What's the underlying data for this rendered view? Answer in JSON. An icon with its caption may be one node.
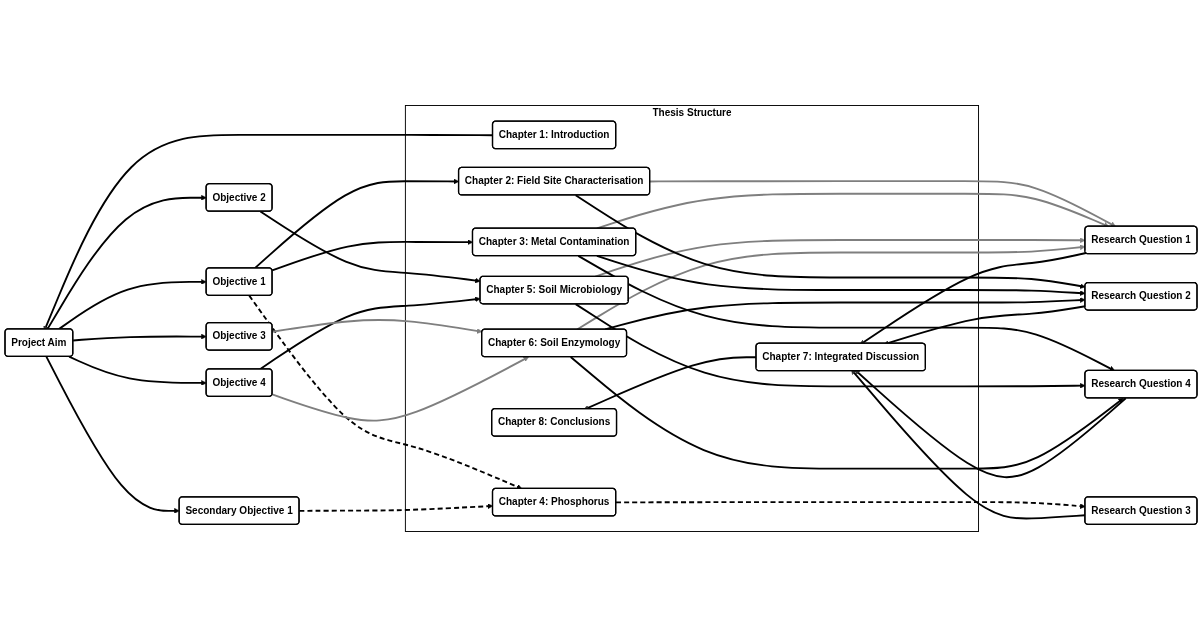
{
  "diagram": {
    "nodes": [
      {
        "text": [
          "Project Aim"
        ]
      },
      {
        "text": [
          "Thesis Structure"
        ]
      },
      {
        "text": [
          "Chapter 1: Introduction"
        ],
        "in": 1
      },
      {
        "text": [
          "Chapter 2: Field Site Characterisation"
        ],
        "in": 1
      },
      {
        "text": [
          "Chapter 3: Metal Contamination"
        ],
        "in": 1
      },
      {
        "text": [
          "Chapter 4: Phosphorus"
        ],
        "in": 1
      },
      {
        "text": [
          "Chapter 5: Soil Microbiology"
        ],
        "in": 1
      },
      {
        "text": [
          "Chapter 6: Soil Enzymology"
        ],
        "in": 1
      },
      {
        "text": [
          "Chapter 7: Integrated Discussion"
        ],
        "in": 1
      },
      {
        "text": [
          "Chapter 8: Conclusions"
        ],
        "in": 1
      },
      {
        "text": [
          "Objective 1"
        ]
      },
      {
        "text": [
          "Secondary Objective 1"
        ]
      },
      {
        "text": [
          "Objective 2"
        ]
      },
      {
        "text": [
          "Objective 3"
        ]
      },
      {
        "text": [
          "Objective 4"
        ]
      },
      {
        "text": [
          "Research Question 1"
        ]
      },
      {
        "text": [
          "Research Question 2"
        ]
      },
      {
        "text": [
          "Research Question 3"
        ]
      },
      {
        "text": [
          "Research Question 4"
        ]
      }
    ],
    "edges": [
      {
        "from": 2,
        "to": 0,
        "arrow": "to"
      },
      {
        "from": 0,
        "to": 10,
        "arrow": "to"
      },
      {
        "from": 0,
        "to": 11,
        "arrow": "to"
      },
      {
        "from": 0,
        "to": 12,
        "arrow": "to"
      },
      {
        "from": 0,
        "to": 13,
        "arrow": "to"
      },
      {
        "from": 0,
        "to": 14,
        "arrow": "to"
      },
      {
        "from": 10,
        "to": 3,
        "arrow": "to"
      },
      {
        "from": 10,
        "to": 4,
        "arrow": "to"
      },
      {
        "from": 10,
        "to": 5,
        "arrow": "to",
        "style": "dashed"
      },
      {
        "from": 11,
        "to": 5,
        "arrow": "to",
        "style": "dashed"
      },
      {
        "from": 12,
        "to": 6,
        "arrow": "to"
      },
      {
        "from": 14,
        "to": 6,
        "arrow": "to"
      },
      {
        "from": 13,
        "to": 7,
        "arrow": "to",
        "color": "#7f7f7f"
      },
      {
        "from": 14,
        "to": 7,
        "arrow": "to",
        "color": "#7f7f7f"
      },
      {
        "from": 3,
        "to": 15,
        "arrow": "to",
        "color": "#7f7f7f"
      },
      {
        "from": 4,
        "to": 15,
        "arrow": "to",
        "color": "#7f7f7f"
      },
      {
        "from": 6,
        "to": 15,
        "arrow": "to",
        "color": "#7f7f7f"
      },
      {
        "from": 7,
        "to": 15,
        "arrow": "to",
        "color": "#7f7f7f"
      },
      {
        "from": 3,
        "to": 16,
        "arrow": "to"
      },
      {
        "from": 4,
        "to": 16,
        "arrow": "to"
      },
      {
        "from": 7,
        "to": 16,
        "arrow": "to"
      },
      {
        "from": 5,
        "to": 17,
        "arrow": "to",
        "style": "dashed"
      },
      {
        "from": 4,
        "to": 18,
        "arrow": "to"
      },
      {
        "from": 6,
        "to": 18,
        "arrow": "to"
      },
      {
        "from": 7,
        "to": 18,
        "arrow": "to"
      },
      {
        "from": 15,
        "to": 8,
        "arrow": "to"
      },
      {
        "from": 16,
        "to": 8,
        "arrow": "to"
      },
      {
        "from": 17,
        "to": 8,
        "arrow": "to"
      },
      {
        "from": 18,
        "to": 8,
        "arrow": "to"
      },
      {
        "from": 8,
        "to": 9,
        "arrow": "to"
      }
    ]
  }
}
